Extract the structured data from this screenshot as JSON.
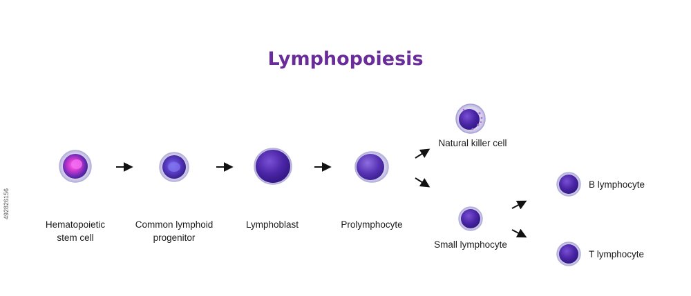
{
  "title": "Lymphopoiesis",
  "stock_id": "492826156",
  "labels": {
    "hsc_line1": "Hematopoietic",
    "hsc_line2": "stem cell",
    "clp_line1": "Common lymphoid",
    "clp_line2": "progenitor",
    "lymphoblast": "Lymphoblast",
    "prolymphocyte": "Prolymphocyte",
    "nk_cell": "Natural killer cell",
    "small_lymphocyte": "Small lymphocyte",
    "b_lymphocyte": "B lymphocyte",
    "t_lymphocyte": "T lymphocyte"
  },
  "colors": {
    "title": "#6a2c99",
    "cell_membrane": "#c9c7e6",
    "nucleus_dark": "#4a2a9a",
    "nucleus_light": "#7a55d0",
    "stem_core": "#e04ad8",
    "arrow": "#111111"
  },
  "icons": {
    "arrow": "arrow-right-icon"
  }
}
